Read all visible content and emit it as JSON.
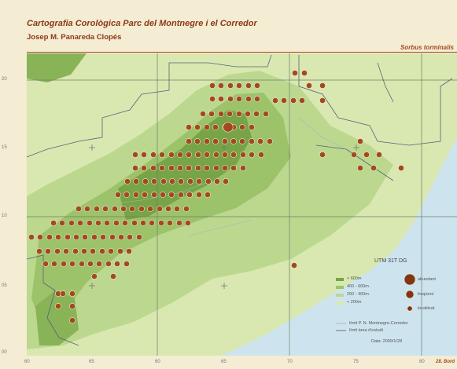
{
  "header": {
    "title": "Cartografia Corològica Parc del Montnegre i el Corredor",
    "author": "Josep M. Panareda Clopés",
    "species": "Sorbus torminalis"
  },
  "axes": {
    "y_ticks": [
      "20",
      "15",
      "10",
      "05",
      "00"
    ],
    "x_ticks": [
      "60",
      "65",
      "60",
      "65",
      "70",
      "75",
      "80"
    ],
    "corner_label": "28. Bord"
  },
  "legend": {
    "utm": "UTM 31T DG",
    "altitude": [
      "> 600m",
      "400 - 600m",
      "200 - 400m",
      "< 200m"
    ],
    "abundance": [
      "abundant",
      "freqüent",
      "localitzat"
    ],
    "limits": [
      "límit P. N. Montnegre-Corredor",
      "límit àrea d'estudi"
    ],
    "date": "Data: 2009/1/28"
  },
  "colors": {
    "sea": "#cde4ef",
    "land_low": "#d9e8b0",
    "land_mid": "#bcd88f",
    "land_high": "#9cc36a",
    "land_top": "#76a446",
    "dot": "#a14a20",
    "dot_border": "#f2e6c9",
    "title": "#8b3a16"
  }
}
